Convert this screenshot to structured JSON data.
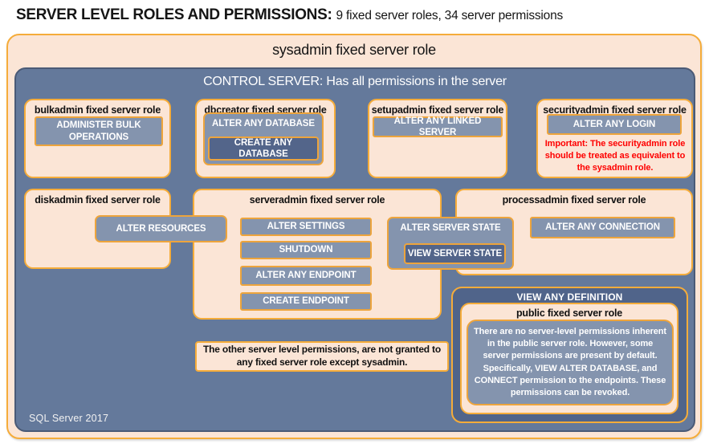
{
  "title": {
    "main": "SERVER LEVEL ROLES AND PERMISSIONS:",
    "sub": "9 fixed server roles, 34 server permissions"
  },
  "sysadmin": {
    "label": "sysadmin fixed server role"
  },
  "control_server": {
    "label": "CONTROL SERVER: Has all permissions in the server",
    "footer": "SQL Server 2017"
  },
  "roles": {
    "bulkadmin": {
      "title": "bulkadmin fixed server role",
      "permissions": [
        "ADMINISTER BULK OPERATIONS"
      ]
    },
    "dbcreator": {
      "title": "dbcreator fixed server role",
      "outer_permission": "ALTER ANY DATABASE",
      "nested_permission": "CREATE ANY DATABASE"
    },
    "setupadmin": {
      "title": "setupadmin fixed server role",
      "permissions": [
        "ALTER ANY LINKED SERVER"
      ]
    },
    "securityadmin": {
      "title": "securityadmin fixed server role",
      "permissions": [
        "ALTER ANY LOGIN"
      ],
      "warning": "Important: The securityadmin role should be treated as equivalent to the sysadmin role."
    },
    "diskadmin": {
      "title": "diskadmin fixed server role",
      "permissions": [
        "ALTER RESOURCES"
      ]
    },
    "serveradmin": {
      "title": "serveradmin fixed server role",
      "permissions": [
        "ALTER SETTINGS",
        "SHUTDOWN",
        "ALTER ANY ENDPOINT",
        "CREATE ENDPOINT"
      ],
      "outer_permission": "ALTER SERVER STATE",
      "nested_permission": "VIEW SERVER STATE"
    },
    "processadmin": {
      "title": "processadmin fixed server role",
      "permissions": [
        "ALTER ANY CONNECTION"
      ]
    },
    "public": {
      "container_permission": "VIEW ANY DEFINITION",
      "title": "public fixed server role",
      "description": "There are no server-level permissions inherent in the public server role. However, some server permissions are present by default. Specifically, VIEW ALTER DATABASE, and CONNECT permission to the endpoints. These permissions can be revoked."
    }
  },
  "notes": {
    "other_permissions": "The other server level permissions, are not granted to any fixed server role except sysadmin."
  },
  "colors": {
    "peach": "#fbe5d6",
    "orange_border": "#f5ac3a",
    "control_blue": "#64799b",
    "permission_blue": "#8494ae",
    "nested_dark_blue": "#53658a",
    "definition_panel_blue": "#50648a",
    "warning_red": "#fe0000"
  }
}
